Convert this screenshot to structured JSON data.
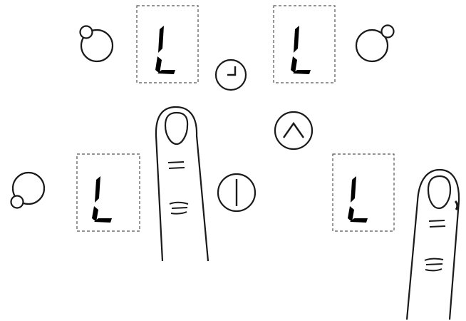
{
  "displays": [
    {
      "id": "front-left",
      "value": "L"
    },
    {
      "id": "rear-left",
      "value": "L"
    },
    {
      "id": "rear-right",
      "value": "L"
    },
    {
      "id": "front-right",
      "value": "L"
    }
  ],
  "icons": {
    "zone_front_left": "hotplate-front-left-icon",
    "zone_rear_left": "hotplate-rear-left-icon",
    "zone_rear_right": "hotplate-rear-right-icon",
    "timer": "clock-icon",
    "lock": "up-arrow-icon",
    "power": "power-icon",
    "finger": "finger-pointer-icon"
  },
  "colors": {
    "line": "#1a1a1a",
    "segment": "#000000",
    "background": "#ffffff",
    "dashed_border": "#555555"
  }
}
